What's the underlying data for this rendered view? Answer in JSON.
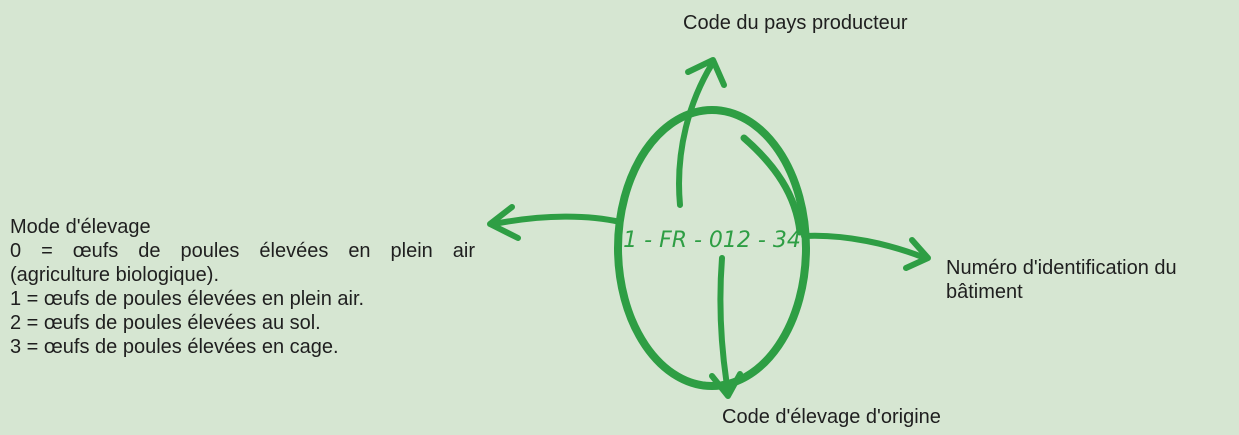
{
  "labels": {
    "producer_country": "Code du pays producteur",
    "building_id": "Numéro d'identification du bâtiment",
    "origin_farm": "Code d'élevage d'origine"
  },
  "egg_code": "1 - FR - 012 - 34",
  "rearing_mode": {
    "title": "Mode d'élevage",
    "items": [
      "0 = œufs de poules élevées en plein air",
      "(agriculture biologique).",
      "1 = œufs de poules élevées en plein air.",
      "2 = œufs de poules élevées au sol.",
      "3 = œufs de poules élevées en cage."
    ]
  },
  "colors": {
    "background": "#d6e6d2",
    "accent_green": "#2e9e44",
    "text": "#1f1f1f"
  }
}
